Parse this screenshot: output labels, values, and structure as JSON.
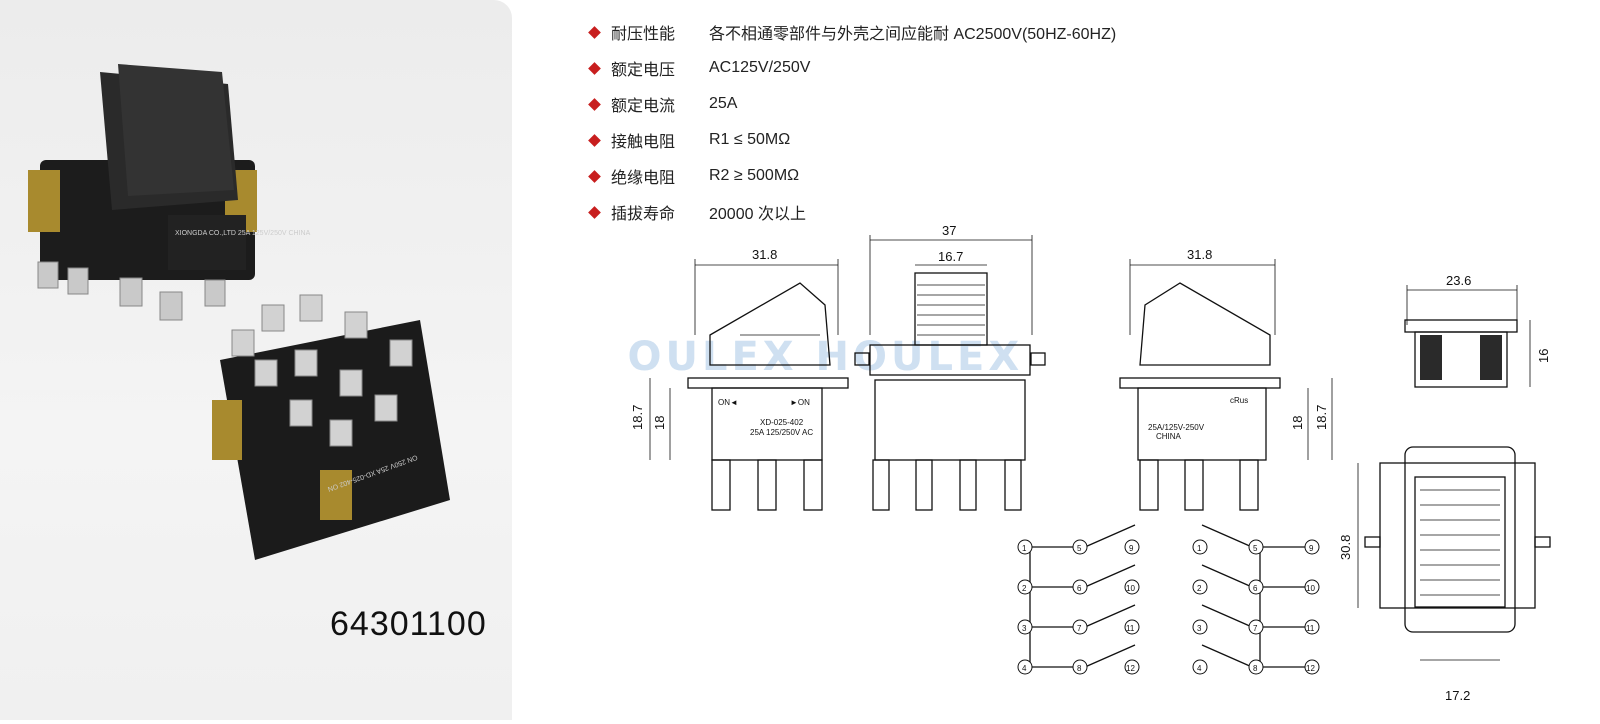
{
  "product": {
    "code": "64301100"
  },
  "specs": [
    {
      "label": "耐压性能",
      "value": "各不相通零部件与外壳之间应能耐 AC2500V(50HZ-60HZ)"
    },
    {
      "label": "额定电压",
      "value": "AC125V/250V"
    },
    {
      "label": "额定电流",
      "value": "25A"
    },
    {
      "label": "接触电阻",
      "value": "R1 ≤ 50MΩ"
    },
    {
      "label": "绝缘电阻",
      "value": "R2 ≥ 500MΩ"
    },
    {
      "label": "插拔寿命",
      "value": "20000 次以上"
    }
  ],
  "switch_body_labels": {
    "photo_body_text": "XIONGDA CO.,LTD 25A 125V/250V CHINA",
    "photo_bottom_text": "ON 250V 25A XD-025-402 ON"
  },
  "drawing": {
    "watermark": "HOULEX HOULEX",
    "dims": {
      "front_width": "31.8",
      "side_width": "37",
      "side_button": "16.7",
      "back_width": "31.8",
      "top_width": "23.6",
      "top_height": "16",
      "height_outer": "18.7",
      "height_inner": "18",
      "bottom_height": "30.8",
      "bottom_width": "17.2"
    },
    "front_labels": {
      "on_left": "ON◄",
      "on_right": "►ON",
      "model": "XD-025-402",
      "rating": "25A 125/250V AC"
    },
    "back_labels": {
      "cert": "cRus",
      "rating": "25A/125V-250V",
      "origin": "CHINA"
    },
    "terminals": [
      "1",
      "2",
      "3",
      "4",
      "5",
      "6",
      "7",
      "8",
      "9",
      "10",
      "11",
      "12"
    ]
  },
  "colors": {
    "bullet": "#c81e1e",
    "panel": "#efefef",
    "watermark": "#a9c8e6"
  }
}
